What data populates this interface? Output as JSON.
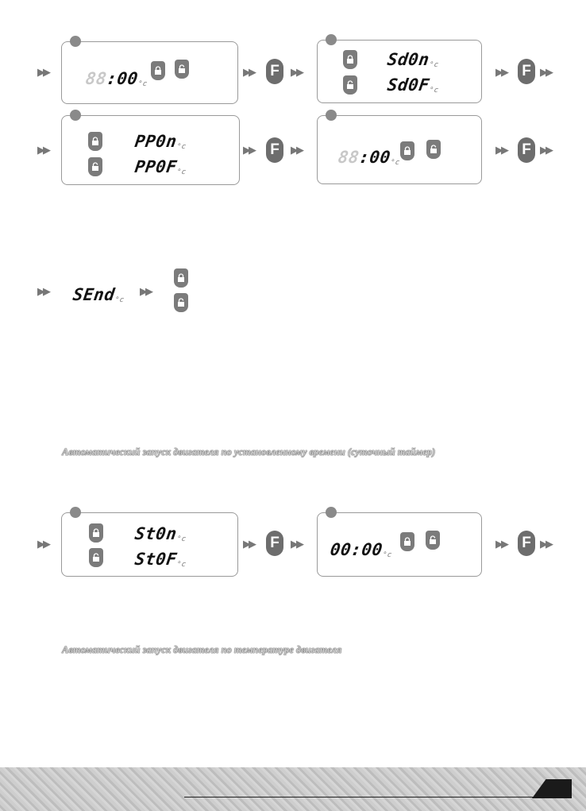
{
  "labels": {
    "f_key": "F",
    "arrow": "▶▶"
  },
  "screens": {
    "a": {
      "left_dim": "88",
      "main": "00",
      "unit": "°c"
    },
    "b": {
      "line1": "Sd0n",
      "line2": "Sd0F",
      "unit": "°c"
    },
    "c": {
      "line1": "PP0n",
      "line2": "PP0F",
      "unit": "°c"
    },
    "d": {
      "left_dim": "88",
      "main": "00",
      "unit": "°c"
    },
    "send": {
      "text": "SEnd",
      "unit": "°c"
    },
    "e": {
      "line1": "St0n",
      "line2": "St0F",
      "unit": "°c"
    },
    "f": {
      "main": "00:00",
      "unit": "°c"
    }
  },
  "captions": {
    "daily_timer": "Автоматический запуск двигателя по установленному времени (суточный таймер)",
    "engine_temp": "Автоматический запуск двигателя по температуре двигателя"
  },
  "icons": {
    "lock": "lock-icon",
    "unlock": "unlock-icon",
    "arrow": "double-arrow-icon"
  },
  "colors": {
    "panel_border": "#9a9a9a",
    "key_fill": "#7b7b7b",
    "f_button": "#6d6d6d"
  }
}
